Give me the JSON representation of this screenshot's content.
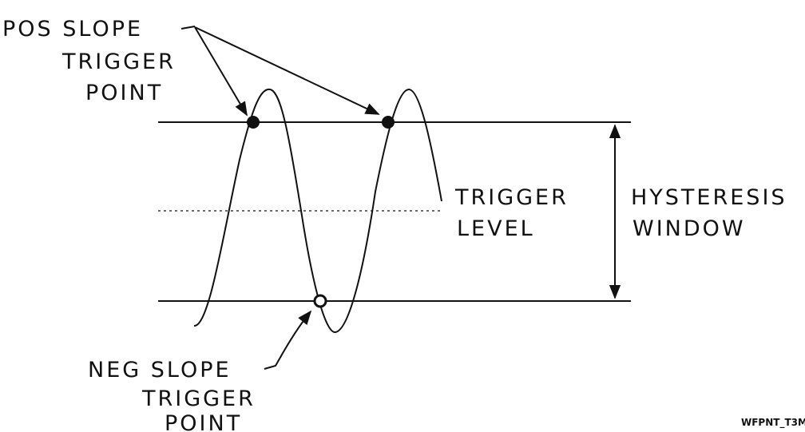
{
  "labels": {
    "pos_slope": [
      "POS SLOPE",
      "TRIGGER",
      "POINT"
    ],
    "neg_slope": [
      "NEG SLOPE",
      "TRIGGER",
      "POINT"
    ],
    "trigger_level": [
      "TRIGGER",
      "LEVEL"
    ],
    "hysteresis_window": [
      "HYSTERESIS",
      "WINDOW"
    ],
    "figure_tag": "WFPNT_T3M"
  },
  "colors": {
    "ink": "#111111",
    "background": "#ffffff"
  }
}
